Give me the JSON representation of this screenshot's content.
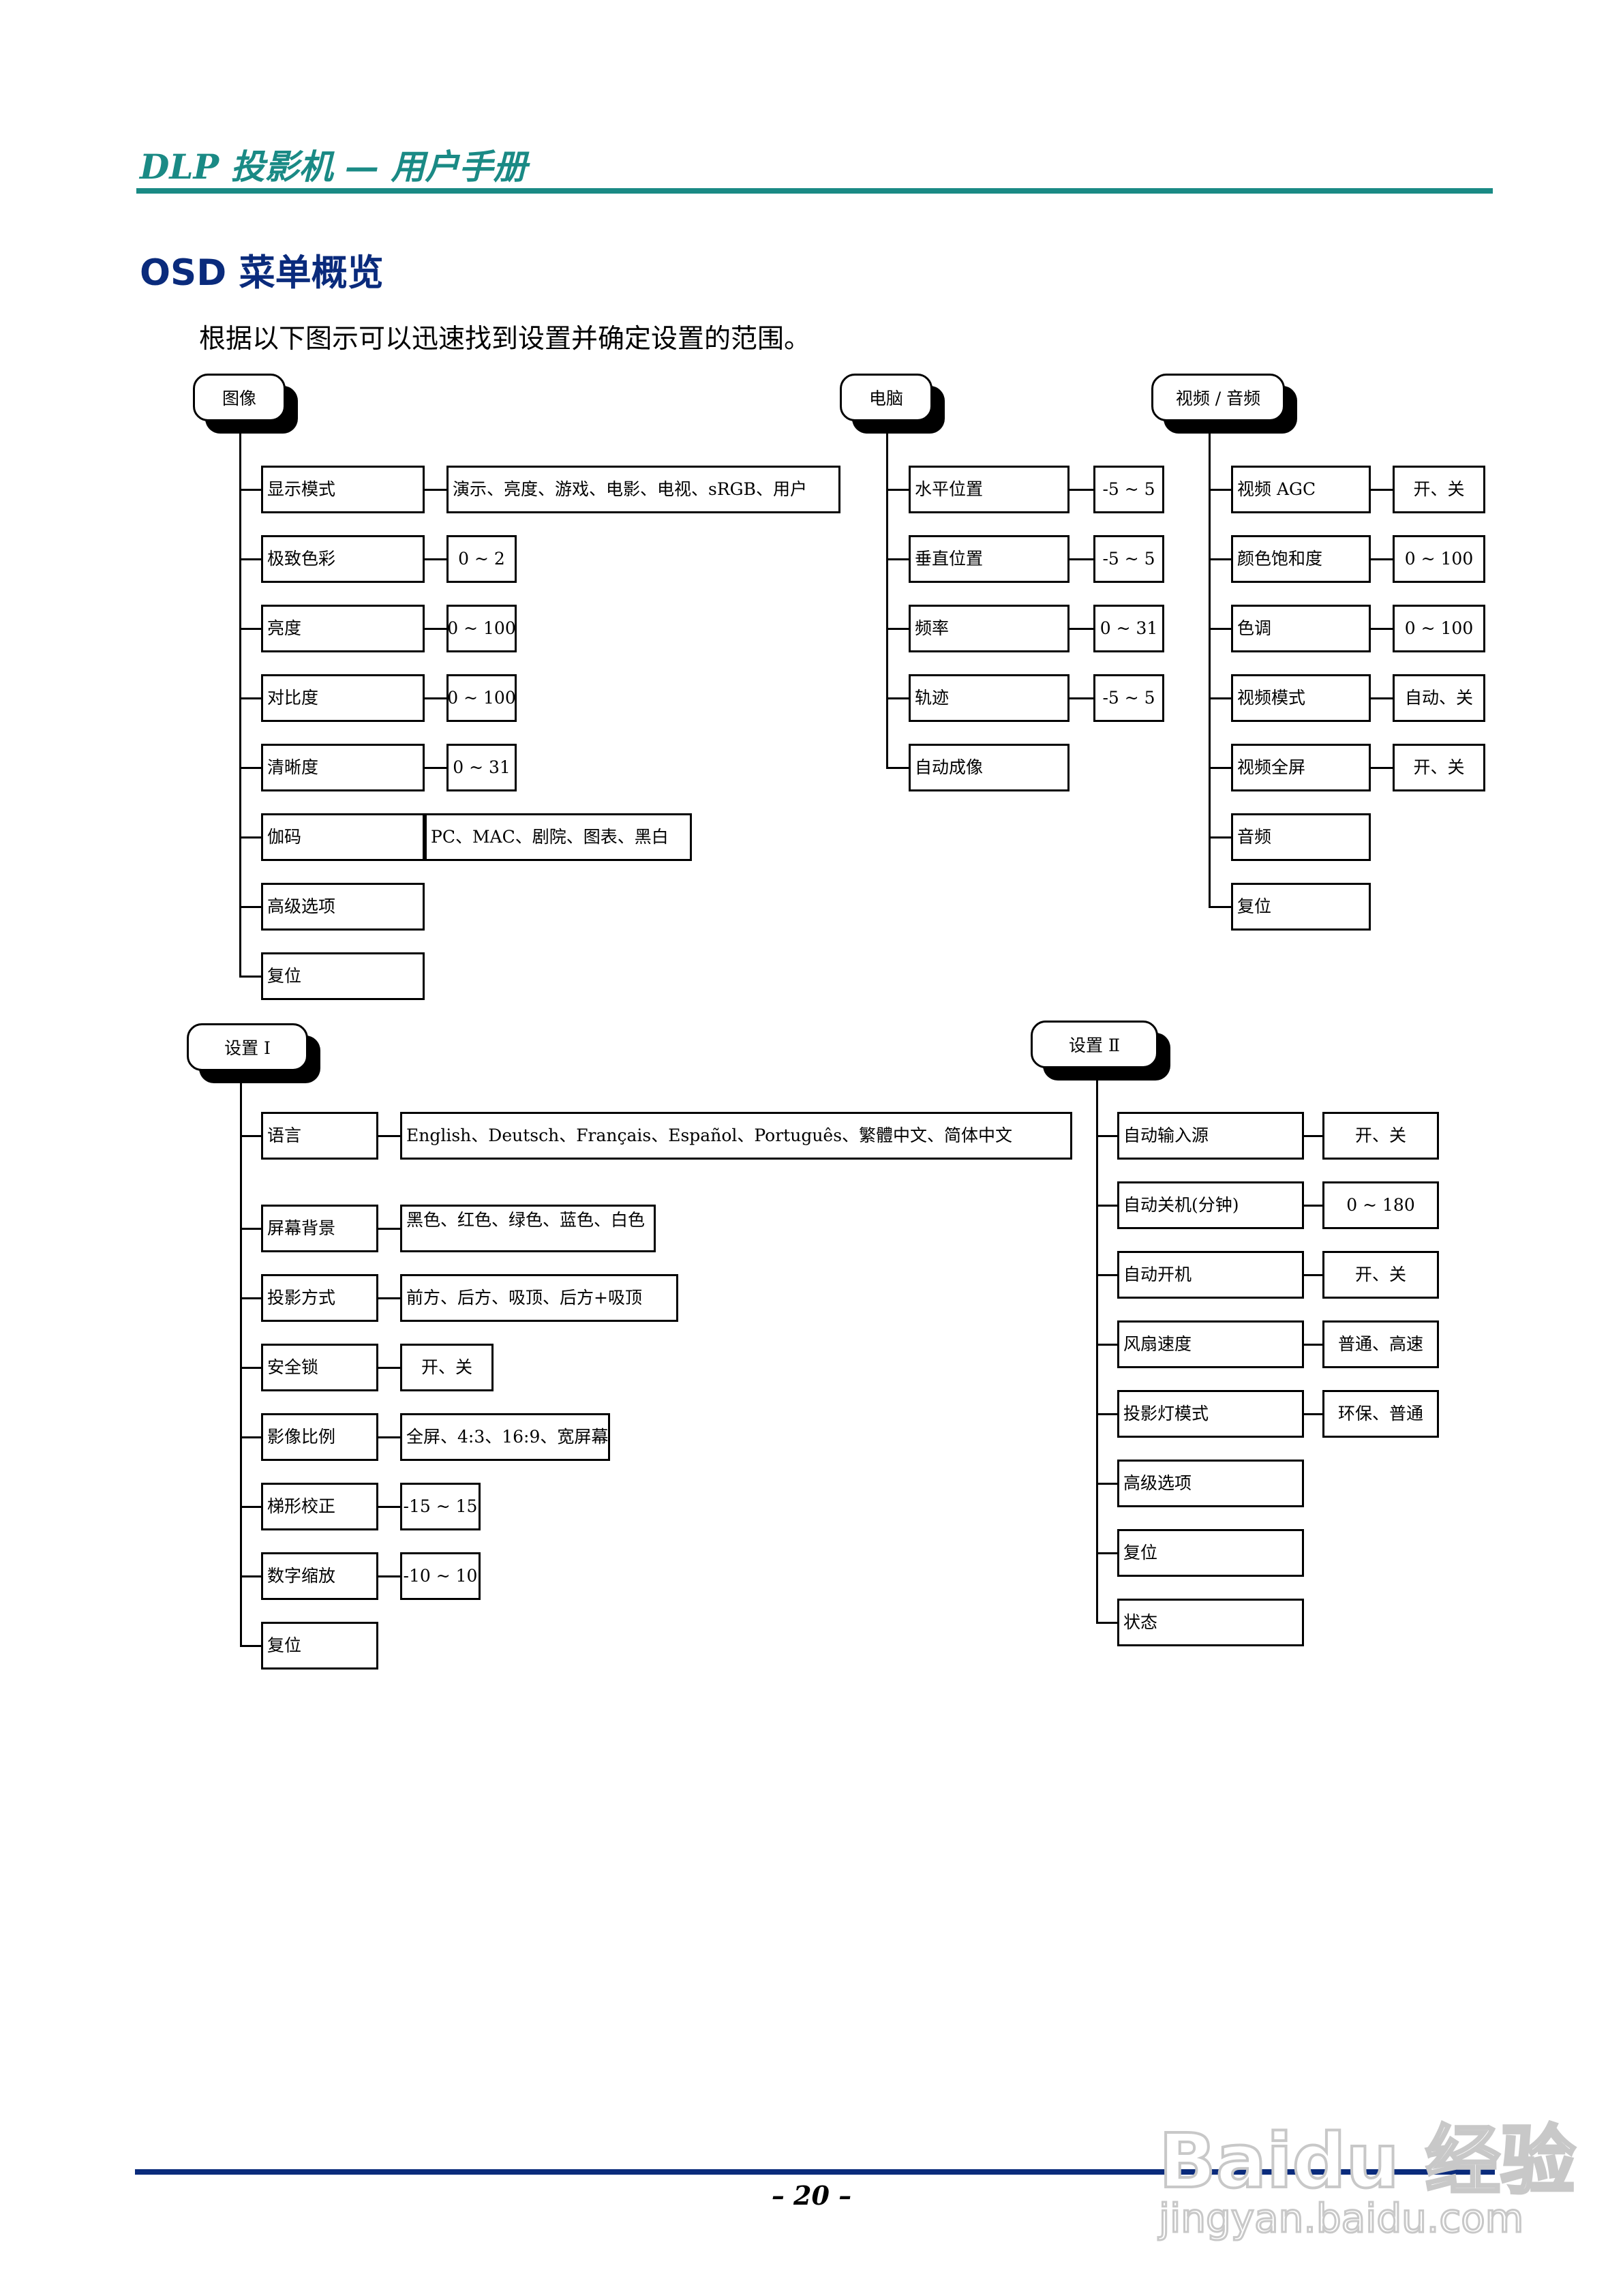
{
  "header": {
    "title": "DLP 投影机 — 用户手册"
  },
  "section": {
    "title": "OSD 菜单概览"
  },
  "intro": "根据以下图示可以迅速找到设置并确定设置的范围。",
  "menus": {
    "image": {
      "title": "图像",
      "items": [
        {
          "label": "显示模式",
          "value": "演示、亮度、游戏、电影、电视、sRGB、用户"
        },
        {
          "label": "极致色彩",
          "value": "0 ~ 2"
        },
        {
          "label": "亮度",
          "value": "0 ~ 100"
        },
        {
          "label": "对比度",
          "value": "0 ~ 100"
        },
        {
          "label": "清晰度",
          "value": "0 ~ 31"
        },
        {
          "label": "伽码",
          "value": "PC、MAC、剧院、图表、黑白"
        },
        {
          "label": "高级选项",
          "value": ""
        },
        {
          "label": "复位",
          "value": ""
        }
      ]
    },
    "computer": {
      "title": "电脑",
      "items": [
        {
          "label": "水平位置",
          "value": "-5 ~ 5"
        },
        {
          "label": "垂直位置",
          "value": "-5 ~ 5"
        },
        {
          "label": "频率",
          "value": "0 ~ 31"
        },
        {
          "label": "轨迹",
          "value": "-5 ~ 5"
        },
        {
          "label": "自动成像",
          "value": ""
        }
      ]
    },
    "video_audio": {
      "title": "视频 / 音频",
      "items": [
        {
          "label": "视频 AGC",
          "value": "开、关"
        },
        {
          "label": "颜色饱和度",
          "value": "0 ~ 100"
        },
        {
          "label": "色调",
          "value": "0 ~ 100"
        },
        {
          "label": "视频模式",
          "value": "自动、关"
        },
        {
          "label": "视频全屏",
          "value": "开、关"
        },
        {
          "label": "音频",
          "value": ""
        },
        {
          "label": "复位",
          "value": ""
        }
      ]
    },
    "setup1": {
      "title": "设置 Ⅰ",
      "items": [
        {
          "label": "语言",
          "value": "English、Deutsch、Français、Español、Português、繁體中文、简体中文"
        },
        {
          "label": "屏幕背景",
          "value": "黑色、红色、绿色、蓝色、白色"
        },
        {
          "label": "投影方式",
          "value": "前方、后方、吸顶、后方+吸顶"
        },
        {
          "label": "安全锁",
          "value": "开、关"
        },
        {
          "label": "影像比例",
          "value": "全屏、4:3、16:9、宽屏幕"
        },
        {
          "label": "梯形校正",
          "value": "-15 ~ 15"
        },
        {
          "label": "数字缩放",
          "value": "-10 ~ 10"
        },
        {
          "label": "复位",
          "value": ""
        }
      ]
    },
    "setup2": {
      "title": "设置 Ⅱ",
      "items": [
        {
          "label": "自动输入源",
          "value": "开、关"
        },
        {
          "label": "自动关机(分钟)",
          "value": "0 ~ 180"
        },
        {
          "label": "自动开机",
          "value": "开、关"
        },
        {
          "label": "风扇速度",
          "value": "普通、高速"
        },
        {
          "label": "投影灯模式",
          "value": "环保、普通"
        },
        {
          "label": "高级选项",
          "value": ""
        },
        {
          "label": "复位",
          "value": ""
        },
        {
          "label": "状态",
          "value": ""
        }
      ]
    }
  },
  "footer": {
    "page": "– 20 –"
  },
  "watermark": {
    "logo": "Baidu 经验",
    "url": "jingyan.baidu.com"
  }
}
